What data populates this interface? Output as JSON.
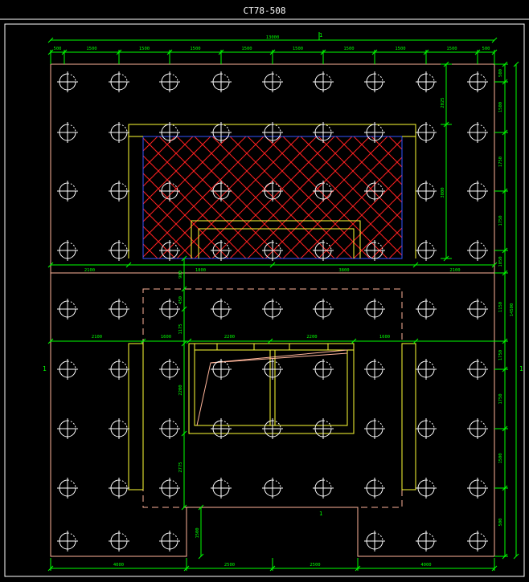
{
  "title": "CT78-508",
  "colors": {
    "background": "#000000",
    "frame": "#ffffff",
    "dimension": "#00ff00",
    "slab": "#ffb59a",
    "wall": "#ffff33",
    "hatch": "#ff2020",
    "opening": "#3355ff",
    "pile": "#ffffff",
    "center_mark": "#00ff00"
  },
  "pile_symbol": "crosshair-circle-icon",
  "center_mark_label": "1",
  "top_dims": [
    "500",
    "1500",
    "1500",
    "1500",
    "1500",
    "1500",
    "1500",
    "1500",
    "1500",
    "500"
  ],
  "top_total": "13000",
  "right_dims": [
    "500",
    "1500",
    "1750",
    "1750",
    "1050",
    "1150",
    "1750",
    "1750",
    "1500",
    "500"
  ],
  "right_total": "14500",
  "left_axis_label": "1",
  "right_axis_label": "1",
  "bottom_dims": [
    "4000",
    "2500",
    "2500",
    "4000"
  ],
  "mid_row_dims": [
    "2100",
    "1600",
    "2200",
    "2200",
    "1600"
  ],
  "upper_row_dims": [
    "2100",
    "1800",
    "3800",
    "2100"
  ],
  "inner_dims": {
    "v_upper_right_a": "2025",
    "v_upper_right_b": "3800",
    "v_mid_a": "900",
    "v_mid_b": "450",
    "v_mid_c": "1175",
    "v_lower_a": "2200",
    "v_lower_b": "2775",
    "v_bottom": "1500"
  }
}
